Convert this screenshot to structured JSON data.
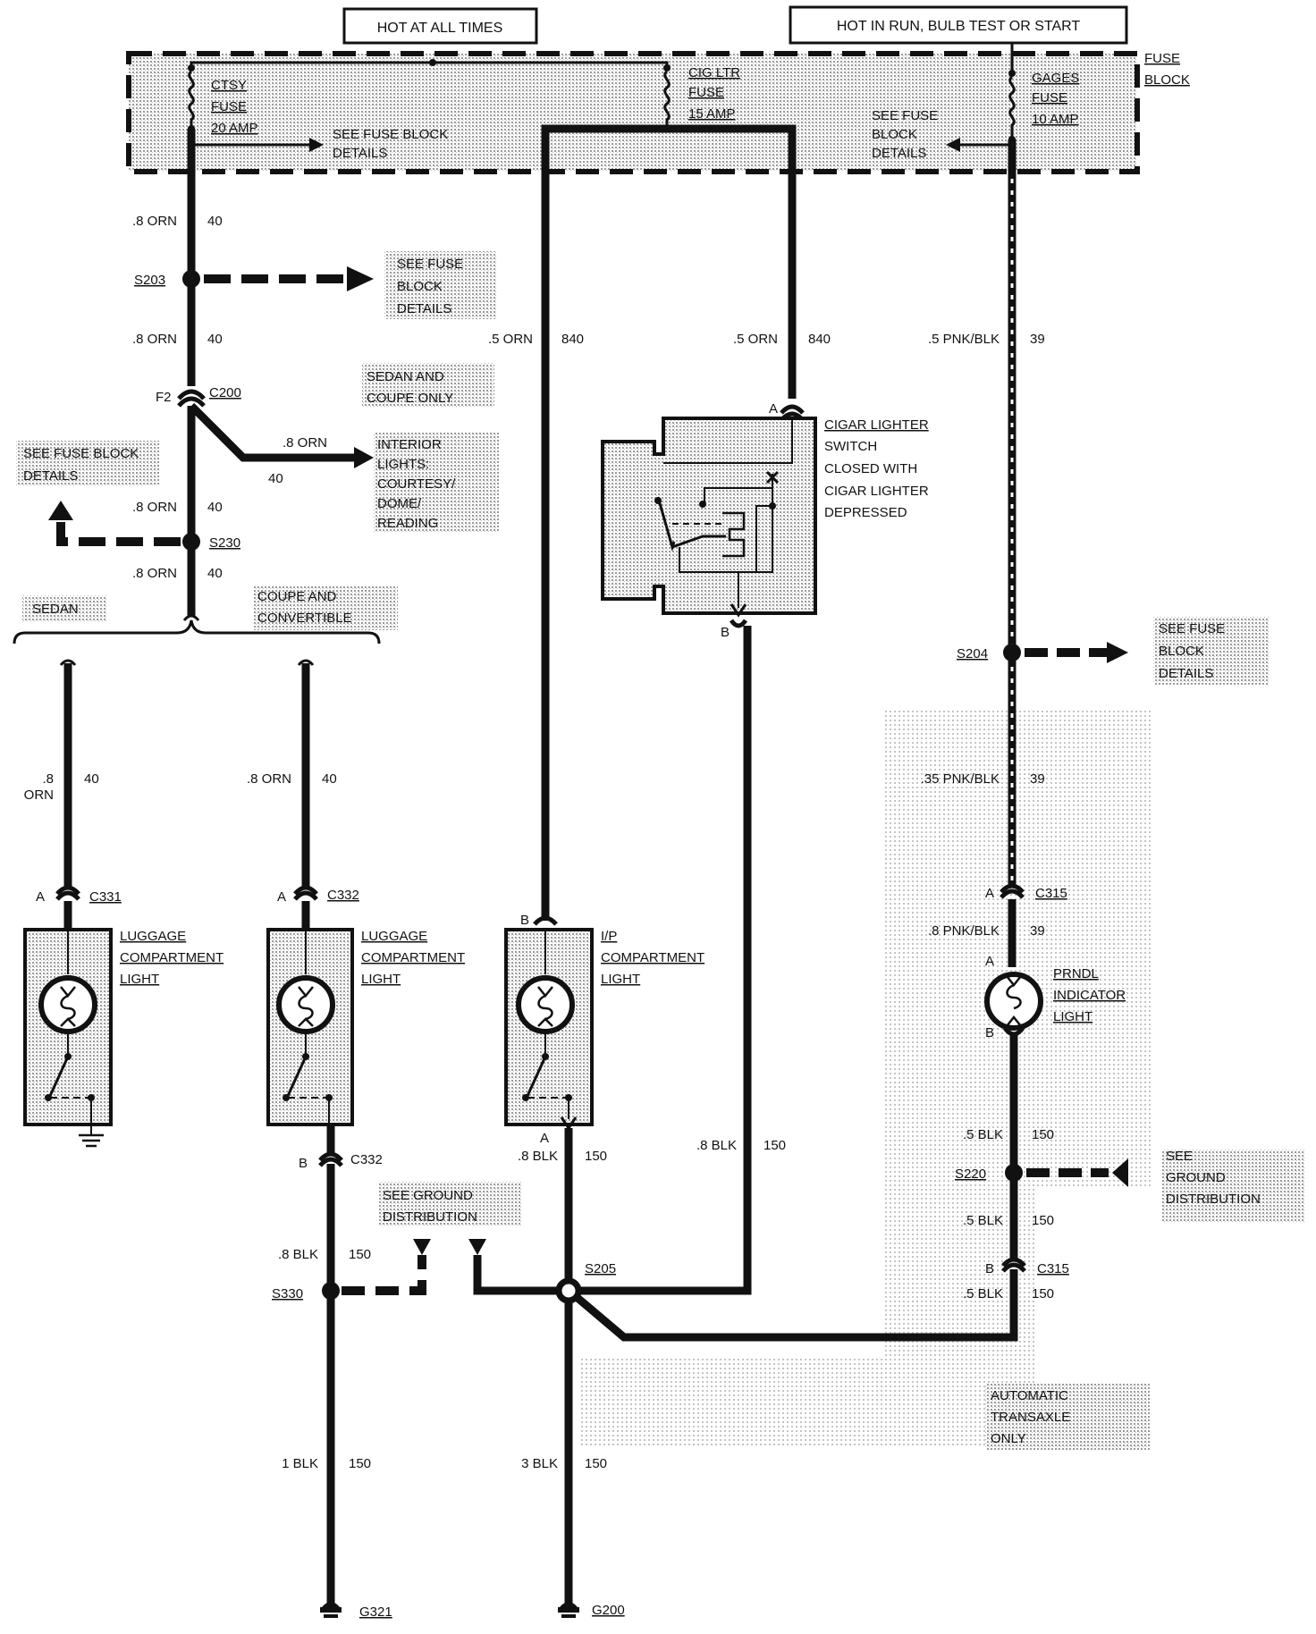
{
  "colors": {
    "ink": "#111111",
    "shade": "#d4d4d4",
    "paper": "#ffffff"
  },
  "header": {
    "hot_all": "HOT AT ALL TIMES",
    "hot_run": "HOT IN RUN, BULB TEST OR START"
  },
  "fuse_block": {
    "label_1": "FUSE",
    "label_2": "BLOCK",
    "ctsy": [
      "CTSY",
      "FUSE",
      "20 AMP"
    ],
    "cig": [
      "CIG LTR",
      "FUSE",
      "15 AMP"
    ],
    "gages": [
      "GAGES",
      "FUSE",
      "10 AMP"
    ],
    "see_left": [
      "SEE FUSE BLOCK",
      "DETAILS"
    ],
    "see_right": [
      "SEE FUSE",
      "BLOCK",
      "DETAILS"
    ]
  },
  "wires": {
    "w1": ".8 ORN",
    "c1": "40",
    "w2": ".8 ORN",
    "c2": "40",
    "w3": ".8 ORN",
    "c3": "40",
    "w4": ".8 ORN",
    "c4": "40",
    "w5": ".8 ORN",
    "c5": "40",
    "w6": ".8",
    "w6b": "ORN",
    "c6": "40",
    "w7": ".8 ORN",
    "c7": "40",
    "w8": ".5 ORN",
    "c8": "840",
    "w9": ".5 ORN",
    "c9": "840",
    "w10": ".5 PNK/BLK",
    "c10": "39",
    "w11": ".35 PNK/BLK",
    "c11": "39",
    "w12": ".8 PNK/BLK",
    "c12": "39",
    "w13": ".5 BLK",
    "c13": "150",
    "w14": ".5 BLK",
    "c14": "150",
    "w15": ".5 BLK",
    "c15": "150",
    "w16": ".8 BLK",
    "c16": "150",
    "w17": ".8 BLK",
    "c17": "150",
    "w18": ".8 BLK",
    "c18": "150",
    "w19": "1 BLK",
    "c19": "150",
    "w20": "3 BLK",
    "c20": "150"
  },
  "splices": {
    "s203": "S203",
    "s230": "S230",
    "s204": "S204",
    "s220": "S220",
    "s330": "S330",
    "s205": "S205"
  },
  "connectors": {
    "c200": "C200",
    "f2": "F2",
    "c331": "C331",
    "c332": "C332",
    "c332b": "C332",
    "c315": "C315",
    "c315b": "C315",
    "pin_a": "A",
    "pin_b": "B"
  },
  "grounds": {
    "g321": "G321",
    "g200": "G200"
  },
  "notes": {
    "see_fuse_s203": [
      "SEE FUSE",
      "BLOCK",
      "DETAILS"
    ],
    "sedan_coupe": [
      "SEDAN AND",
      "COUPE ONLY"
    ],
    "interior": [
      "INTERIOR",
      "LIGHTS:",
      "COURTESY/",
      "DOME/",
      "READING"
    ],
    "see_fuse_left": [
      "SEE FUSE BLOCK",
      "DETAILS"
    ],
    "sedan": "SEDAN",
    "coupe_conv": [
      "COUPE AND",
      "CONVERTIBLE"
    ],
    "see_fuse_s204": [
      "SEE FUSE",
      "BLOCK",
      "DETAILS"
    ],
    "see_ground_center": [
      "SEE GROUND",
      "DISTRIBUTION"
    ],
    "see_ground_right": [
      "SEE",
      "GROUND",
      "DISTRIBUTION"
    ],
    "auto_trans": [
      "AUTOMATIC",
      "TRANSAXLE",
      "ONLY"
    ]
  },
  "components": {
    "cigar": [
      "CIGAR LIGHTER",
      "SWITCH",
      "CLOSED WITH",
      "CIGAR LIGHTER",
      "DEPRESSED"
    ],
    "lug1": [
      "LUGGAGE",
      "COMPARTMENT",
      "LIGHT"
    ],
    "lug2": [
      "LUGGAGE",
      "COMPARTMENT",
      "LIGHT"
    ],
    "ip": [
      "I/P",
      "COMPARTMENT",
      "LIGHT"
    ],
    "prndl": [
      "PRNDL",
      "INDICATOR",
      "LIGHT"
    ]
  }
}
